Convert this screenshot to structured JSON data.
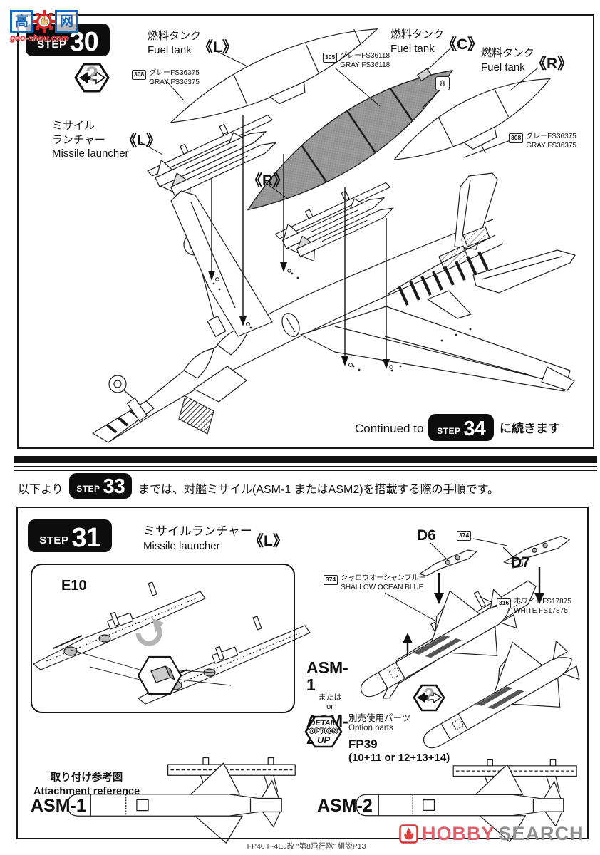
{
  "watermark": {
    "cn_left": "高",
    "cn_right": "网",
    "domain": "gao-shou.com"
  },
  "icons": {
    "question": "?"
  },
  "step30": {
    "badge": {
      "label": "STEP",
      "number": "30"
    },
    "fuel_tank_l": {
      "jp": "燃料タンク",
      "en": "Fuel tank",
      "variant": "《L》"
    },
    "fuel_tank_c": {
      "jp": "燃料タンク",
      "en": "Fuel tank",
      "variant": "《C》"
    },
    "fuel_tank_r": {
      "jp": "燃料タンク",
      "en": "Fuel tank",
      "variant": "《R》"
    },
    "missile_launcher": {
      "jp_line1": "ミサイル",
      "jp_line2": "ランチャー",
      "en": "Missile launcher",
      "variant_l": "《L》",
      "variant_r": "《R》"
    },
    "paint_gray_36375_left": {
      "code": "308",
      "jp": "グレーFS36375",
      "en": "GRAY FS36375"
    },
    "paint_gray_36118": {
      "code": "305",
      "jp": "グレーFS36118",
      "en": "GRAY FS36118"
    },
    "paint_gray_36375_right": {
      "code": "308",
      "jp": "グレーFS36375",
      "en": "GRAY FS36375"
    },
    "part_8": "8",
    "continued": {
      "en": "Continued to",
      "badge_label": "STEP",
      "badge_number": "34",
      "jp": "に続きます"
    }
  },
  "notice": {
    "prefix": "以下より",
    "badge_label": "STEP",
    "badge_number": "33",
    "suffix": "までは、対艦ミサイル(ASM-1 またはASM2)を搭載する際の手順です。"
  },
  "step31": {
    "badge": {
      "label": "STEP",
      "number": "31"
    },
    "title": {
      "jp": "ミサイルランチャー",
      "en": "Missile launcher",
      "variant": "《L》"
    },
    "part_e10": "E10",
    "part_d6": "D6",
    "part_d7": "D7",
    "paint_374_tag": "374",
    "paint_shallow_ocean_blue": {
      "code": "374",
      "jp": "シャロウオーシャンブルー",
      "en": "SHALLOW OCEAN BLUE"
    },
    "paint_white_17875": {
      "code": "316",
      "jp": "ホワイトFS17875",
      "en": "WHITE FS17875"
    },
    "asm_choice": {
      "first": "ASM-1",
      "or_jp": "または",
      "or_en": "or",
      "second": "ASM-2"
    },
    "detail_up_badge": {
      "line1": "DETAIL",
      "line2": "OPTION",
      "line3": "UP"
    },
    "option_parts": {
      "jp": "別売使用パーツ",
      "en": "Option parts",
      "code": "FP39",
      "combo": "(10+11 or 12+13+14)"
    },
    "attachment_reference": {
      "jp": "取り付け参考図",
      "en": "Attachment reference",
      "asm1": "ASM-1",
      "asm2": "ASM-2"
    }
  },
  "footer": {
    "doc": "FP40  F-4EJ改 “第8飛行隊” 組説P13",
    "logo_hobby": "HOBBY",
    "logo_search": "SEARCH"
  },
  "colors": {
    "accent_red": "#cf2a27",
    "logo_pink": "#e0606c",
    "logo_gray": "#919191",
    "watermark_blue": "#1565b8",
    "tank_gray": "#a0a0a0"
  }
}
